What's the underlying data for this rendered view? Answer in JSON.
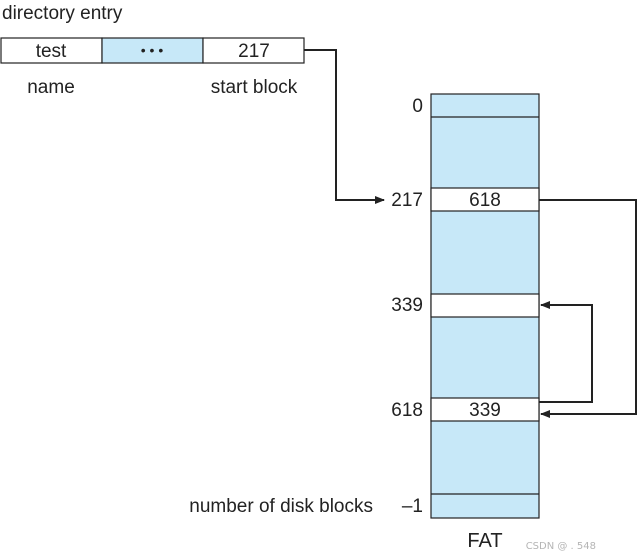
{
  "directory": {
    "heading": "directory entry",
    "name_value": "test",
    "ellipsis": "• • •",
    "start_value": "217",
    "name_label": "name",
    "start_label": "start block"
  },
  "fat": {
    "index_labels": {
      "first": "0",
      "start": "217",
      "middle": "339",
      "next": "618",
      "last": "–1"
    },
    "entries": {
      "at_217": "618",
      "at_618": "339"
    },
    "blocks_label": "number of disk blocks",
    "caption": "FAT"
  },
  "colors": {
    "fill": "#c7e8f8",
    "stroke": "#222222",
    "white": "#ffffff"
  },
  "watermark": "CSDN @ . 548"
}
